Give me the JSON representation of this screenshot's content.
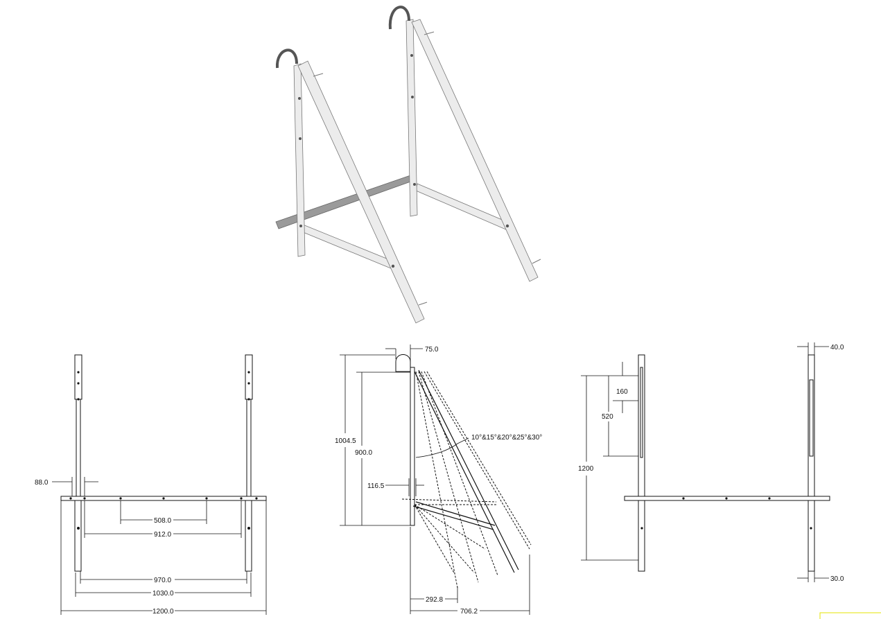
{
  "front_view": {
    "dim_88": "88.0",
    "dim_508": "508.0",
    "dim_912": "912.0",
    "dim_970": "970.0",
    "dim_1030": "1030.0",
    "dim_1200": "1200.0"
  },
  "side_view": {
    "dim_75": "75.0",
    "dim_1004_5": "1004.5",
    "dim_900": "900.0",
    "dim_116_5": "116.5",
    "dim_292_8": "292.8",
    "dim_706_2": "706.2",
    "angles_note": "10°&15°&20°&25°&30°"
  },
  "right_view": {
    "dim_160": "160",
    "dim_520": "520",
    "dim_1200": "1200",
    "dim_40": "40.0",
    "dim_30": "30.0"
  }
}
